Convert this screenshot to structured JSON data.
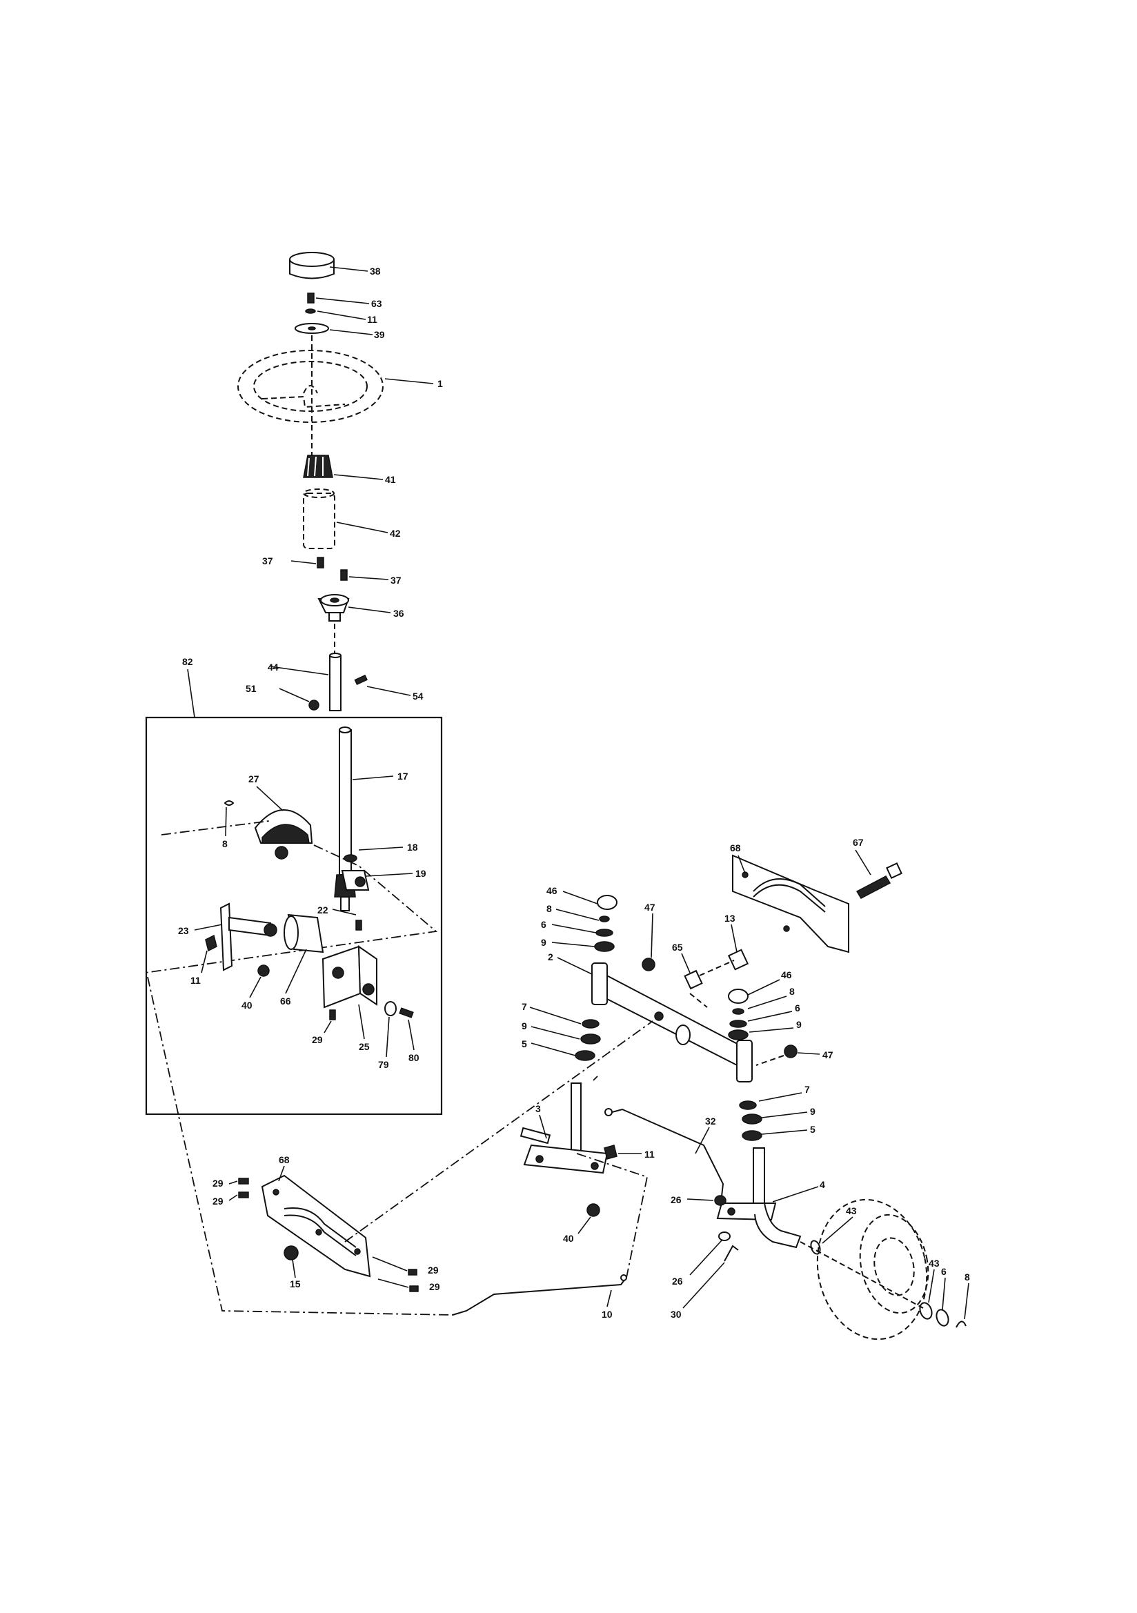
{
  "diagram": {
    "callouts": [
      {
        "id": "c38",
        "text": "38"
      },
      {
        "id": "c63",
        "text": "63"
      },
      {
        "id": "c11a",
        "text": "11"
      },
      {
        "id": "c39",
        "text": "39"
      },
      {
        "id": "c1",
        "text": "1"
      },
      {
        "id": "c41",
        "text": "41"
      },
      {
        "id": "c42",
        "text": "42"
      },
      {
        "id": "c37a",
        "text": "37"
      },
      {
        "id": "c37b",
        "text": "37"
      },
      {
        "id": "c36",
        "text": "36"
      },
      {
        "id": "c82",
        "text": "82"
      },
      {
        "id": "c44",
        "text": "44"
      },
      {
        "id": "c51",
        "text": "51"
      },
      {
        "id": "c54",
        "text": "54"
      },
      {
        "id": "c17",
        "text": "17"
      },
      {
        "id": "c27",
        "text": "27"
      },
      {
        "id": "c8a",
        "text": "8"
      },
      {
        "id": "c18",
        "text": "18"
      },
      {
        "id": "c19",
        "text": "19"
      },
      {
        "id": "c22",
        "text": "22"
      },
      {
        "id": "c23",
        "text": "23"
      },
      {
        "id": "c11b",
        "text": "11"
      },
      {
        "id": "c40a",
        "text": "40"
      },
      {
        "id": "c66",
        "text": "66"
      },
      {
        "id": "c29a",
        "text": "29"
      },
      {
        "id": "c25",
        "text": "25"
      },
      {
        "id": "c79",
        "text": "79"
      },
      {
        "id": "c80",
        "text": "80"
      },
      {
        "id": "c68a",
        "text": "68"
      },
      {
        "id": "c67",
        "text": "67"
      },
      {
        "id": "c46a",
        "text": "46"
      },
      {
        "id": "c8b",
        "text": "8"
      },
      {
        "id": "c6a",
        "text": "6"
      },
      {
        "id": "c9a",
        "text": "9"
      },
      {
        "id": "c47a",
        "text": "47"
      },
      {
        "id": "c65",
        "text": "65"
      },
      {
        "id": "c13",
        "text": "13"
      },
      {
        "id": "c2",
        "text": "2"
      },
      {
        "id": "c46b",
        "text": "46"
      },
      {
        "id": "c8c",
        "text": "8"
      },
      {
        "id": "c6b",
        "text": "6"
      },
      {
        "id": "c9b",
        "text": "9"
      },
      {
        "id": "c7a",
        "text": "7"
      },
      {
        "id": "c9c",
        "text": "9"
      },
      {
        "id": "c5a",
        "text": "5"
      },
      {
        "id": "c47b",
        "text": "47"
      },
      {
        "id": "c7b",
        "text": "7"
      },
      {
        "id": "c9d",
        "text": "9"
      },
      {
        "id": "c5b",
        "text": "5"
      },
      {
        "id": "c3",
        "text": "3"
      },
      {
        "id": "c32",
        "text": "32"
      },
      {
        "id": "c11c",
        "text": "11"
      },
      {
        "id": "c4",
        "text": "4"
      },
      {
        "id": "c26a",
        "text": "26"
      },
      {
        "id": "c43a",
        "text": "43"
      },
      {
        "id": "c40b",
        "text": "40"
      },
      {
        "id": "c68b",
        "text": "68"
      },
      {
        "id": "c29b",
        "text": "29"
      },
      {
        "id": "c29c",
        "text": "29"
      },
      {
        "id": "c29d",
        "text": "29"
      },
      {
        "id": "c29e",
        "text": "29"
      },
      {
        "id": "c15",
        "text": "15"
      },
      {
        "id": "c26b",
        "text": "26"
      },
      {
        "id": "c30",
        "text": "30"
      },
      {
        "id": "c10",
        "text": "10"
      },
      {
        "id": "c43b",
        "text": "43"
      },
      {
        "id": "c6c",
        "text": "6"
      },
      {
        "id": "c8d",
        "text": "8"
      }
    ]
  }
}
